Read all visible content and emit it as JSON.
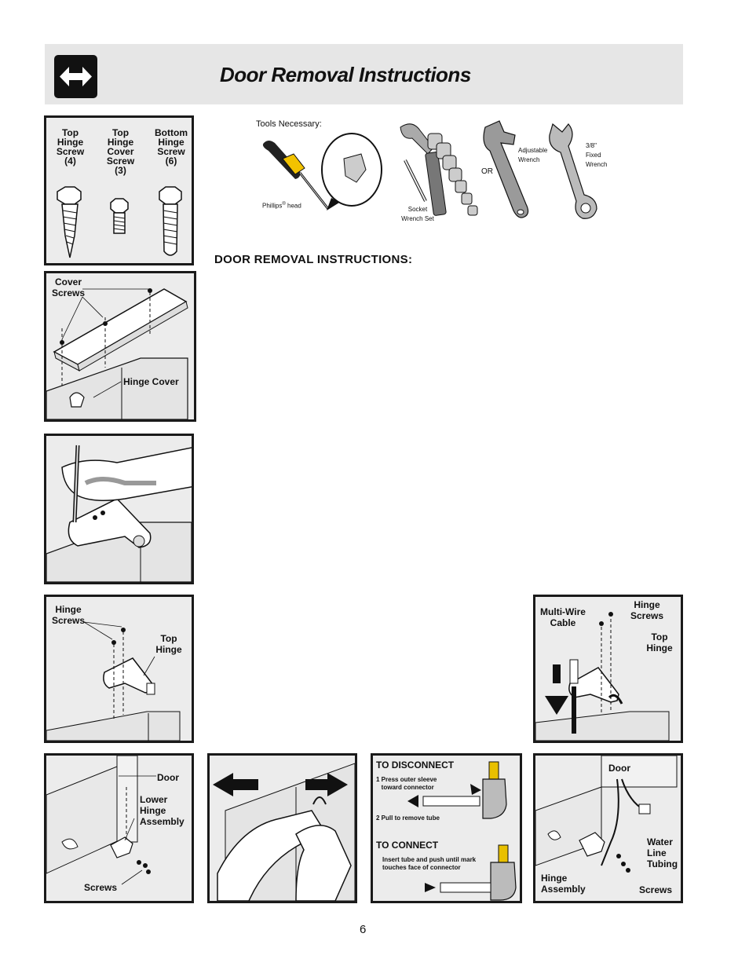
{
  "header": {
    "title": "Door Removal Instructions",
    "icon": "double-arrow-icon"
  },
  "screws_panel": {
    "items": [
      {
        "label": "Top\nHinge\nScrew\n(4)"
      },
      {
        "label": "Top\nHinge\nCover\nScrew\n(3)"
      },
      {
        "label": "Bottom\nHinge\nScrew\n(6)"
      }
    ]
  },
  "tools": {
    "title": "Tools Necessary:",
    "phillips": "Phillips",
    "phillips_mark": "®",
    "phillips_suffix": " head",
    "socket": "Socket\nWrench Set",
    "or": "OR",
    "adjustable": "Adjustable\nWrench",
    "fixed": "3/8\"\nFixed\nWrench"
  },
  "section_heading": "DOOR  REMOVAL  INSTRUCTIONS:",
  "cover_panel": {
    "cover_screws": "Cover\nScrews",
    "hinge_cover": "Hinge Cover"
  },
  "top_hinge_panel": {
    "hinge_screws": "Hinge\nScrews",
    "top_hinge": "Top\nHinge"
  },
  "wire_panel": {
    "multi_wire": "Multi-Wire\nCable",
    "hinge_screws": "Hinge\nScrews",
    "top_hinge": "Top\nHinge"
  },
  "lower_panel": {
    "door": "Door",
    "lower_hinge": "Lower\nHinge\nAssembly",
    "screws": "Screws"
  },
  "connector_panel": {
    "disconnect_title": "TO DISCONNECT",
    "step1": "1 Press outer sleeve\n   toward connector",
    "step2": "2 Pull to remove tube",
    "connect_title": "TO CONNECT",
    "connect_text": "Insert tube and push until mark\ntouches face of connector"
  },
  "water_panel": {
    "door": "Door",
    "water_line": "Water\nLine\nTubing",
    "hinge_assembly": "Hinge\nAssembly",
    "screws": "Screws"
  },
  "page_number": "6"
}
